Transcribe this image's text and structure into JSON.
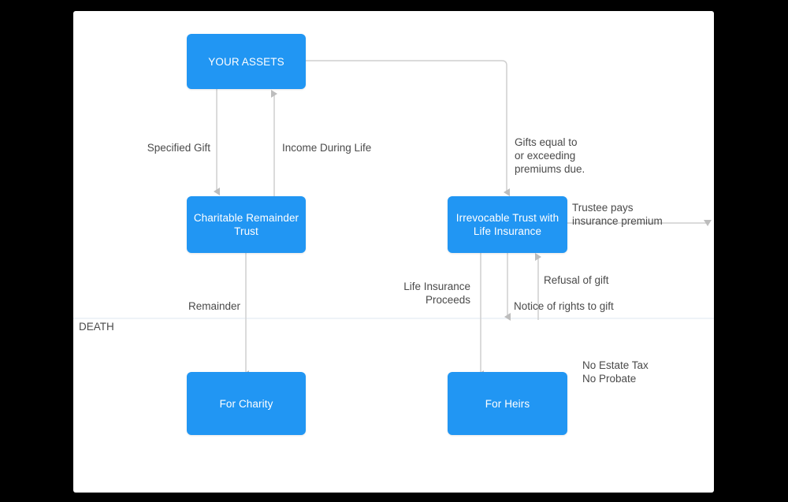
{
  "diagram": {
    "title": "Charitable Remainder Trust and Irrevocable Life Insurance Trust flow",
    "canvas_bg": "#ffffff",
    "page_bg": "#000000",
    "node_color": "#2196f3",
    "node_text_color": "#ffffff",
    "connector_color": "#bdbdbd",
    "label_color": "#4a4a4a",
    "divider_color": "#e8eef5",
    "nodes": [
      {
        "id": "your-assets",
        "label": "YOUR ASSETS"
      },
      {
        "id": "charitable-remainder-trust",
        "label": "Charitable Remainder\nTrust"
      },
      {
        "id": "irrevocable-trust",
        "label": "Irrevocable Trust with\nLife Insurance"
      },
      {
        "id": "for-charity",
        "label": "For Charity"
      },
      {
        "id": "for-heirs",
        "label": "For Heirs"
      }
    ],
    "edge_labels": [
      {
        "id": "specified-gift",
        "text": "Specified Gift"
      },
      {
        "id": "income-during-life",
        "text": "Income During Life"
      },
      {
        "id": "gifts-equal",
        "text": "Gifts equal to\nor exceeding\npremiums due."
      },
      {
        "id": "trustee-pays",
        "text": "Trustee pays\ninsurance premium"
      },
      {
        "id": "remainder",
        "text": "Remainder"
      },
      {
        "id": "life-insurance-proceeds",
        "text": "Life Insurance\nProceeds"
      },
      {
        "id": "refusal-of-gift",
        "text": "Refusal of gift"
      },
      {
        "id": "notice-of-rights",
        "text": "Notice of rights to gift"
      },
      {
        "id": "no-estate-tax",
        "text": "No Estate Tax\nNo Probate"
      }
    ],
    "divider": {
      "label": "DEATH"
    }
  }
}
